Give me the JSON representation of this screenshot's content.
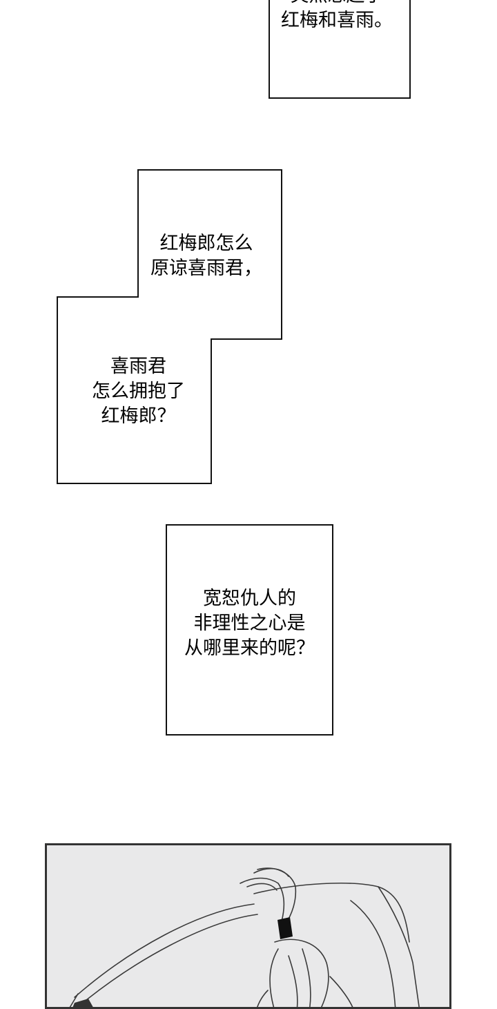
{
  "captions": {
    "box1": {
      "lines": [
        "突然想起了",
        "红梅和喜雨。"
      ]
    },
    "stepped": {
      "upper_lines": [
        "红梅郎怎么",
        "原谅喜雨君，"
      ],
      "lower_lines": [
        "喜雨君",
        "怎么拥抱了",
        "红梅郎？"
      ]
    },
    "box3": {
      "lines": [
        "宽恕仇人的",
        "非理性之心是",
        "从哪里来的呢？"
      ]
    }
  },
  "colors": {
    "panel_bg": "#e9e9ea",
    "border": "#111111",
    "hair": "#222222"
  }
}
